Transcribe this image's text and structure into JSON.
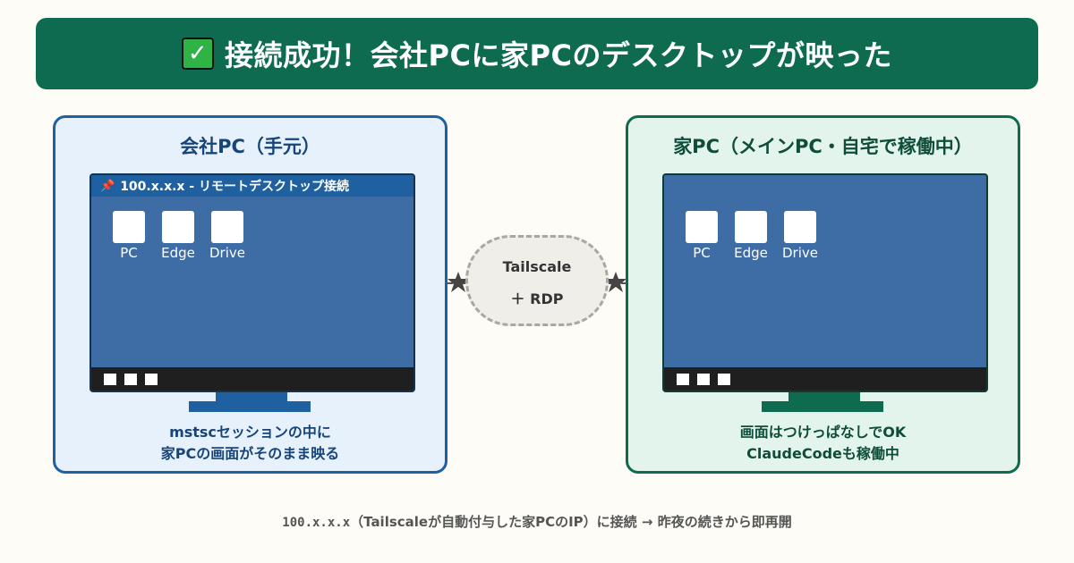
{
  "banner": {
    "icon": "check-mark-icon",
    "title": "接続成功！会社PCに家PCのデスクトップが映った"
  },
  "left_panel": {
    "title": "会社PC（手元）",
    "window_title": "100.x.x.x - リモートデスクトップ接続",
    "window_icon": "pushpin-icon",
    "icons": [
      {
        "label": "PC"
      },
      {
        "label": "Edge"
      },
      {
        "label": "Drive"
      }
    ],
    "caption_line1": "mstscセッションの中に",
    "caption_line2": "家PCの画面がそのまま映る"
  },
  "right_panel": {
    "title": "家PC（メインPC・自宅で稼働中）",
    "icons": [
      {
        "label": "PC"
      },
      {
        "label": "Edge"
      },
      {
        "label": "Drive"
      }
    ],
    "caption_line1": "画面はつけっぱなしでOK",
    "caption_line2": "ClaudeCodeも稼働中"
  },
  "connector": {
    "line1": "Tailscale",
    "line2": "＋ RDP"
  },
  "footer": {
    "mono_part": "100.x.x.x",
    "text_part": "（Tailscaleが自動付与した家PCのIP）に接続 → 昨夜の続きから即再開"
  },
  "colors": {
    "banner": "#0f6b50",
    "left_accent": "#1e60a0",
    "right_accent": "#0f6b50",
    "screen": "#3e6da5"
  }
}
